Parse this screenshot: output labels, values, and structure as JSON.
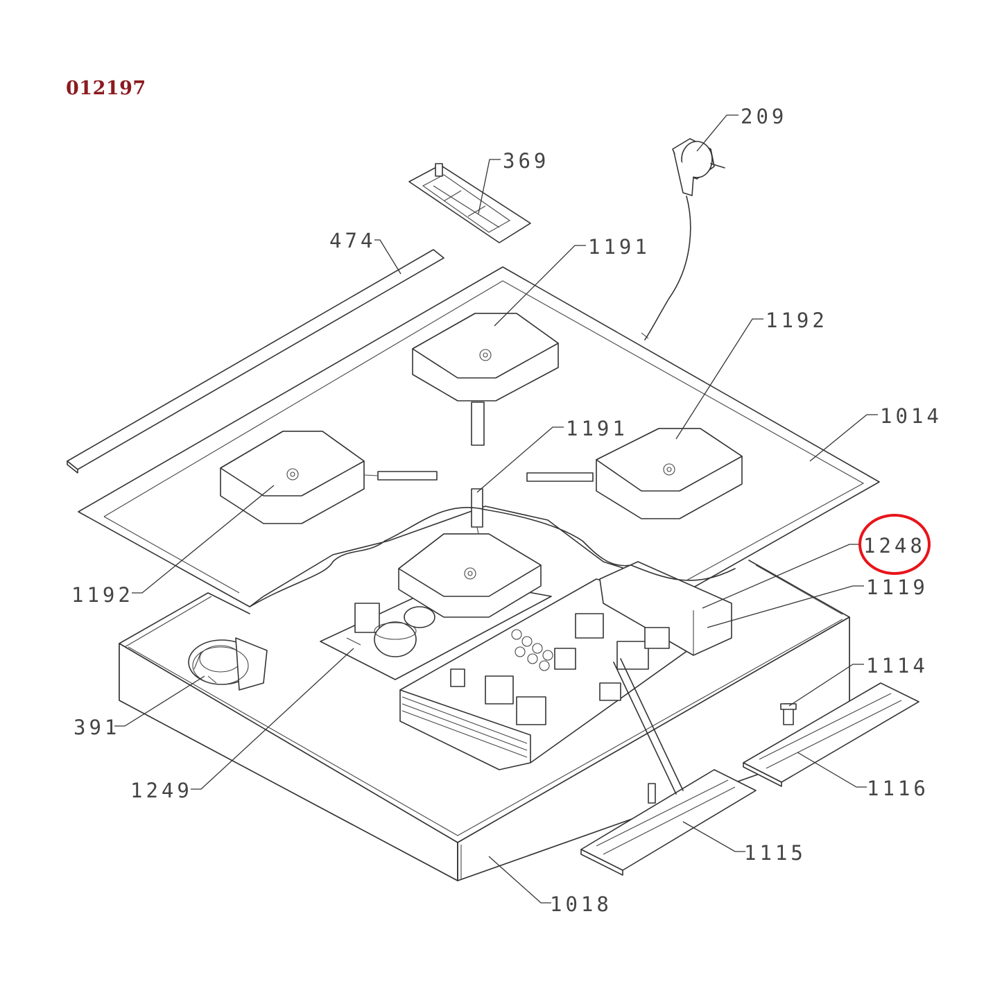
{
  "diagram_id": "012197",
  "highlight_color": "#e8141a",
  "title_color": "#8b1a1f",
  "callouts": {
    "c209": "209",
    "c369": "369",
    "c474": "474",
    "c1191_top": "1191",
    "c1191_mid": "1191",
    "c1192_right": "1192",
    "c1192_left": "1192",
    "c1014": "1014",
    "c1248": "1248",
    "c1119": "1119",
    "c1114": "1114",
    "c1116": "1116",
    "c1115": "1115",
    "c1018": "1018",
    "c391": "391",
    "c1249": "1249"
  },
  "highlighted_callout": "1248"
}
